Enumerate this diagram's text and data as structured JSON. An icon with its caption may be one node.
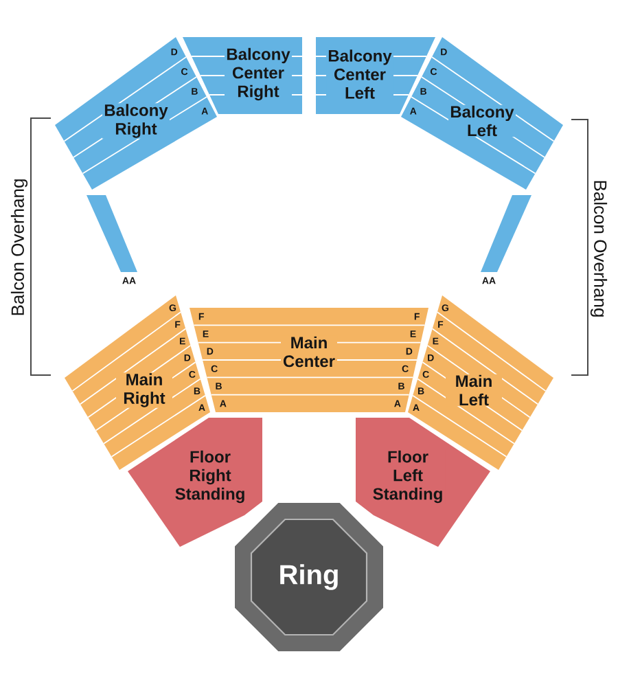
{
  "diagram": {
    "nodes": [
      {
        "text": [
          "Balcony Right",
          "D",
          "C",
          "B",
          "A"
        ]
      },
      {
        "text": [
          "Balcony Center Right"
        ]
      },
      {
        "text": [
          "Balcony Center Left"
        ]
      },
      {
        "text": [
          "Balcony Left",
          "D",
          "C",
          "B",
          "A"
        ]
      },
      {
        "text": [
          "AA"
        ]
      },
      {
        "text": [
          "AA"
        ]
      },
      {
        "text": [
          "Main Right",
          "G",
          "F",
          "E",
          "D",
          "C",
          "B",
          "A"
        ]
      },
      {
        "text": [
          "Main Center",
          "F",
          "E",
          "D",
          "C",
          "B",
          "A",
          "F",
          "E",
          "D",
          "C",
          "B",
          "A"
        ]
      },
      {
        "text": [
          "Main Left",
          "G",
          "F",
          "E",
          "D",
          "C",
          "B",
          "A"
        ]
      },
      {
        "text": [
          "Floor Right Standing"
        ]
      },
      {
        "text": [
          "Floor Left Standing"
        ]
      },
      {
        "text": [
          "Ring"
        ]
      }
    ],
    "labels": [
      "Balcon Overhang",
      "Balcon Overhang"
    ]
  }
}
